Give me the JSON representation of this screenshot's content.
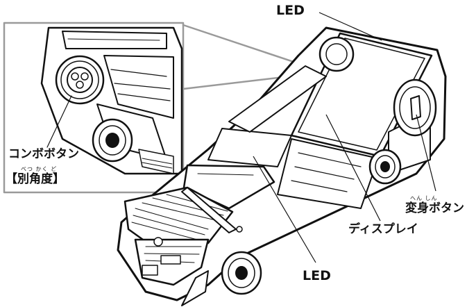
{
  "labels": {
    "led_top": "LED",
    "led_bottom": "LED",
    "combo_button": "コンボボタン",
    "alt_angle": "【別角度】",
    "alt_angle_ruby": "べつ かく ど",
    "henshin_button": "変身ボタン",
    "henshin_ruby": "へん しん",
    "display": "ディスプレイ"
  },
  "colors": {
    "line": "#111111",
    "background": "#ffffff",
    "inset_frame": "#9a9a9a"
  }
}
